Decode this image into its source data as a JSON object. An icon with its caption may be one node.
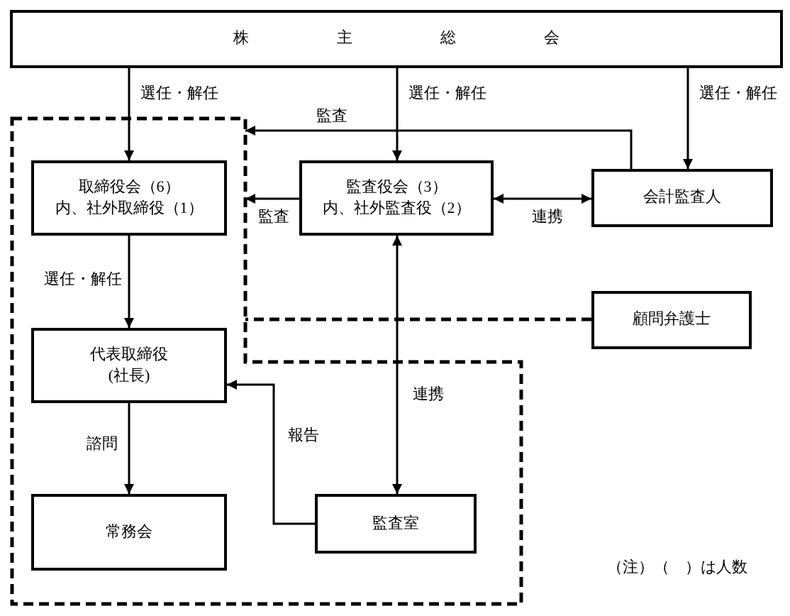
{
  "diagram": {
    "nodes": [
      {
        "text": [
          "株主総会"
        ]
      },
      {
        "text": [],
        "shape": "polygon"
      },
      {
        "text": [
          "取締役会（6）",
          "内、社外取締役（1）"
        ],
        "in": 1
      },
      {
        "text": [
          "監査役会（3）",
          "内、社外監査役（2）"
        ]
      },
      {
        "text": [
          "会計監査人"
        ]
      },
      {
        "text": [
          "顧問弁護士"
        ]
      },
      {
        "text": [
          "代表取締役",
          "(社長)"
        ],
        "in": 1
      },
      {
        "text": [
          "常務会"
        ],
        "in": 1
      },
      {
        "text": [
          "監査室"
        ],
        "in": 1
      }
    ],
    "edges": [
      {
        "from": 0,
        "to": 2,
        "arrow": "to",
        "label": "選任・解任"
      },
      {
        "from": 0,
        "to": 3,
        "arrow": "to",
        "label": "選任・解任"
      },
      {
        "from": 0,
        "to": 4,
        "arrow": "to",
        "label": "選任・解任"
      },
      {
        "from": 4,
        "to": 1,
        "arrow": "to",
        "label": "監査"
      },
      {
        "from": 3,
        "to": 1,
        "arrow": "to",
        "label": "監査"
      },
      {
        "from": 3,
        "to": 4,
        "arrow": "both",
        "label": "連携"
      },
      {
        "from": 2,
        "to": 6,
        "arrow": "to",
        "label": "選任・解任"
      },
      {
        "from": 6,
        "to": 7,
        "arrow": "to",
        "label": "諮問"
      },
      {
        "from": 8,
        "to": 6,
        "arrow": "to",
        "label": "報告"
      },
      {
        "from": 3,
        "to": 8,
        "arrow": "both",
        "label": "連携"
      },
      {
        "from": 5,
        "to": 1,
        "arrow": "none",
        "style": "dashed"
      }
    ],
    "labels": [
      "（注）（　）は人数"
    ]
  }
}
